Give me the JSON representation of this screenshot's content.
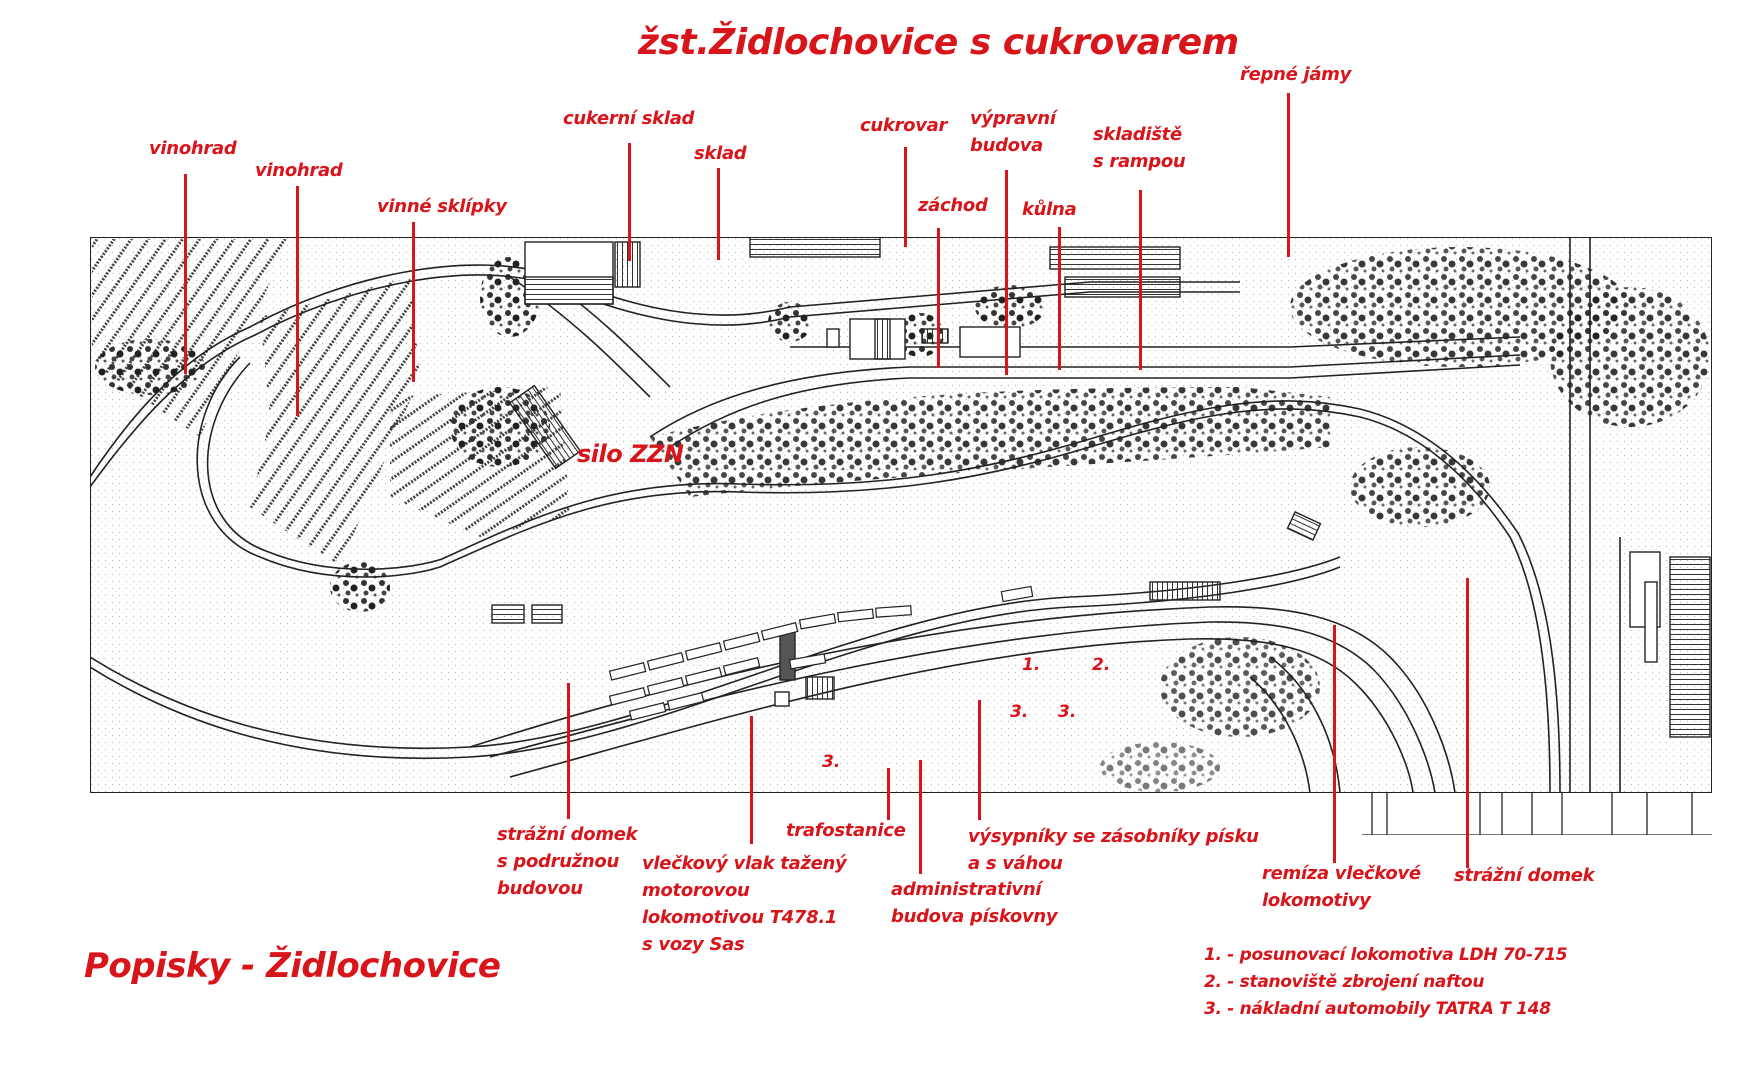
{
  "title": "žst.Židlochovice s cukrovarem",
  "subtitle": "Popisky - Židlochovice",
  "accent_color": "#d8151b",
  "map_labels_top": [
    {
      "id": "vinohrad-1",
      "lines": [
        "vinohrad"
      ]
    },
    {
      "id": "vinohrad-2",
      "lines": [
        "vinohrad"
      ]
    },
    {
      "id": "vinne-sklipky",
      "lines": [
        "vinné sklípky"
      ]
    },
    {
      "id": "cukerni-sklad",
      "lines": [
        "cukerní sklad"
      ]
    },
    {
      "id": "sklad",
      "lines": [
        "sklad"
      ]
    },
    {
      "id": "cukrovar",
      "lines": [
        "cukrovar"
      ]
    },
    {
      "id": "zachod",
      "lines": [
        "záchod"
      ]
    },
    {
      "id": "vypravni-budova",
      "lines": [
        "výpravní",
        "budova"
      ]
    },
    {
      "id": "kulna",
      "lines": [
        "kůlna"
      ]
    },
    {
      "id": "skladiste",
      "lines": [
        "skladiště",
        "s rampou"
      ]
    },
    {
      "id": "repne-jamy",
      "lines": [
        "řepné jámy"
      ]
    }
  ],
  "map_labels_bottom": [
    {
      "id": "strazni-domek-1",
      "lines": [
        "strážní domek",
        "s podružnou",
        "budovou"
      ]
    },
    {
      "id": "vleckovy-vlak",
      "lines": [
        "vlečkový vlak tažený",
        "motorovou",
        "lokomotivou T478.1",
        "s vozy Sas"
      ]
    },
    {
      "id": "trafostanice",
      "lines": [
        "trafostanice"
      ]
    },
    {
      "id": "administrativni-budova",
      "lines": [
        "administrativní",
        "budova pískovny"
      ]
    },
    {
      "id": "vysypniky",
      "lines": [
        "výsypníky se zásobníky písku",
        "a s váhou"
      ]
    },
    {
      "id": "remiza",
      "lines": [
        "remíza vlečkové",
        "lokomotivy"
      ]
    },
    {
      "id": "strazni-domek-2",
      "lines": [
        "strážní domek"
      ]
    }
  ],
  "inline_labels": {
    "silo": "silo ZZN"
  },
  "markers": [
    "1.",
    "2.",
    "3.",
    "3.",
    "3."
  ],
  "legend": [
    "1. - posunovací lokomotiva LDH 70-715",
    "2. - stanoviště zbrojení naftou",
    "3. - nákladní automobily TATRA T 148"
  ]
}
